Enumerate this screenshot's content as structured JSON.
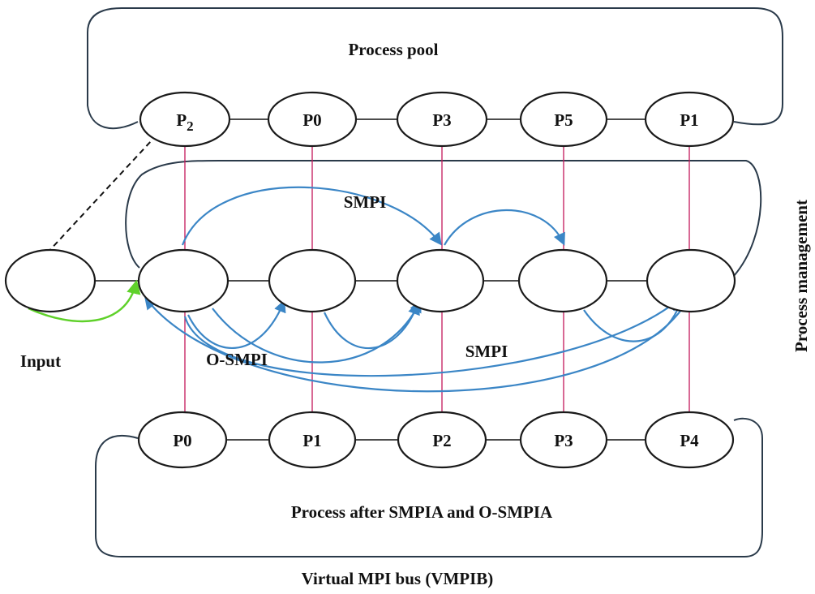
{
  "labels": {
    "process_pool": "Process pool",
    "process_management": "Process management",
    "input": "Input",
    "smpi_top": "SMPI",
    "smpi_bottom": "SMPI",
    "o_smpi": "O-SMPI",
    "process_after": "Process after SMPIA and O-SMPIA",
    "vmpib": "Virtual MPI bus (VMPIB)"
  },
  "top_row": [
    {
      "base": "P",
      "sub": "2"
    },
    {
      "base": "P0",
      "sub": ""
    },
    {
      "base": "P3",
      "sub": ""
    },
    {
      "base": "P5",
      "sub": ""
    },
    {
      "base": "P1",
      "sub": ""
    }
  ],
  "bottom_row": [
    "P0",
    "P1",
    "P2",
    "P3",
    "P4"
  ],
  "colors": {
    "arc_blue": "#3b86c6",
    "arc_green": "#5fd12a",
    "vertical_link": "#c2185b"
  }
}
